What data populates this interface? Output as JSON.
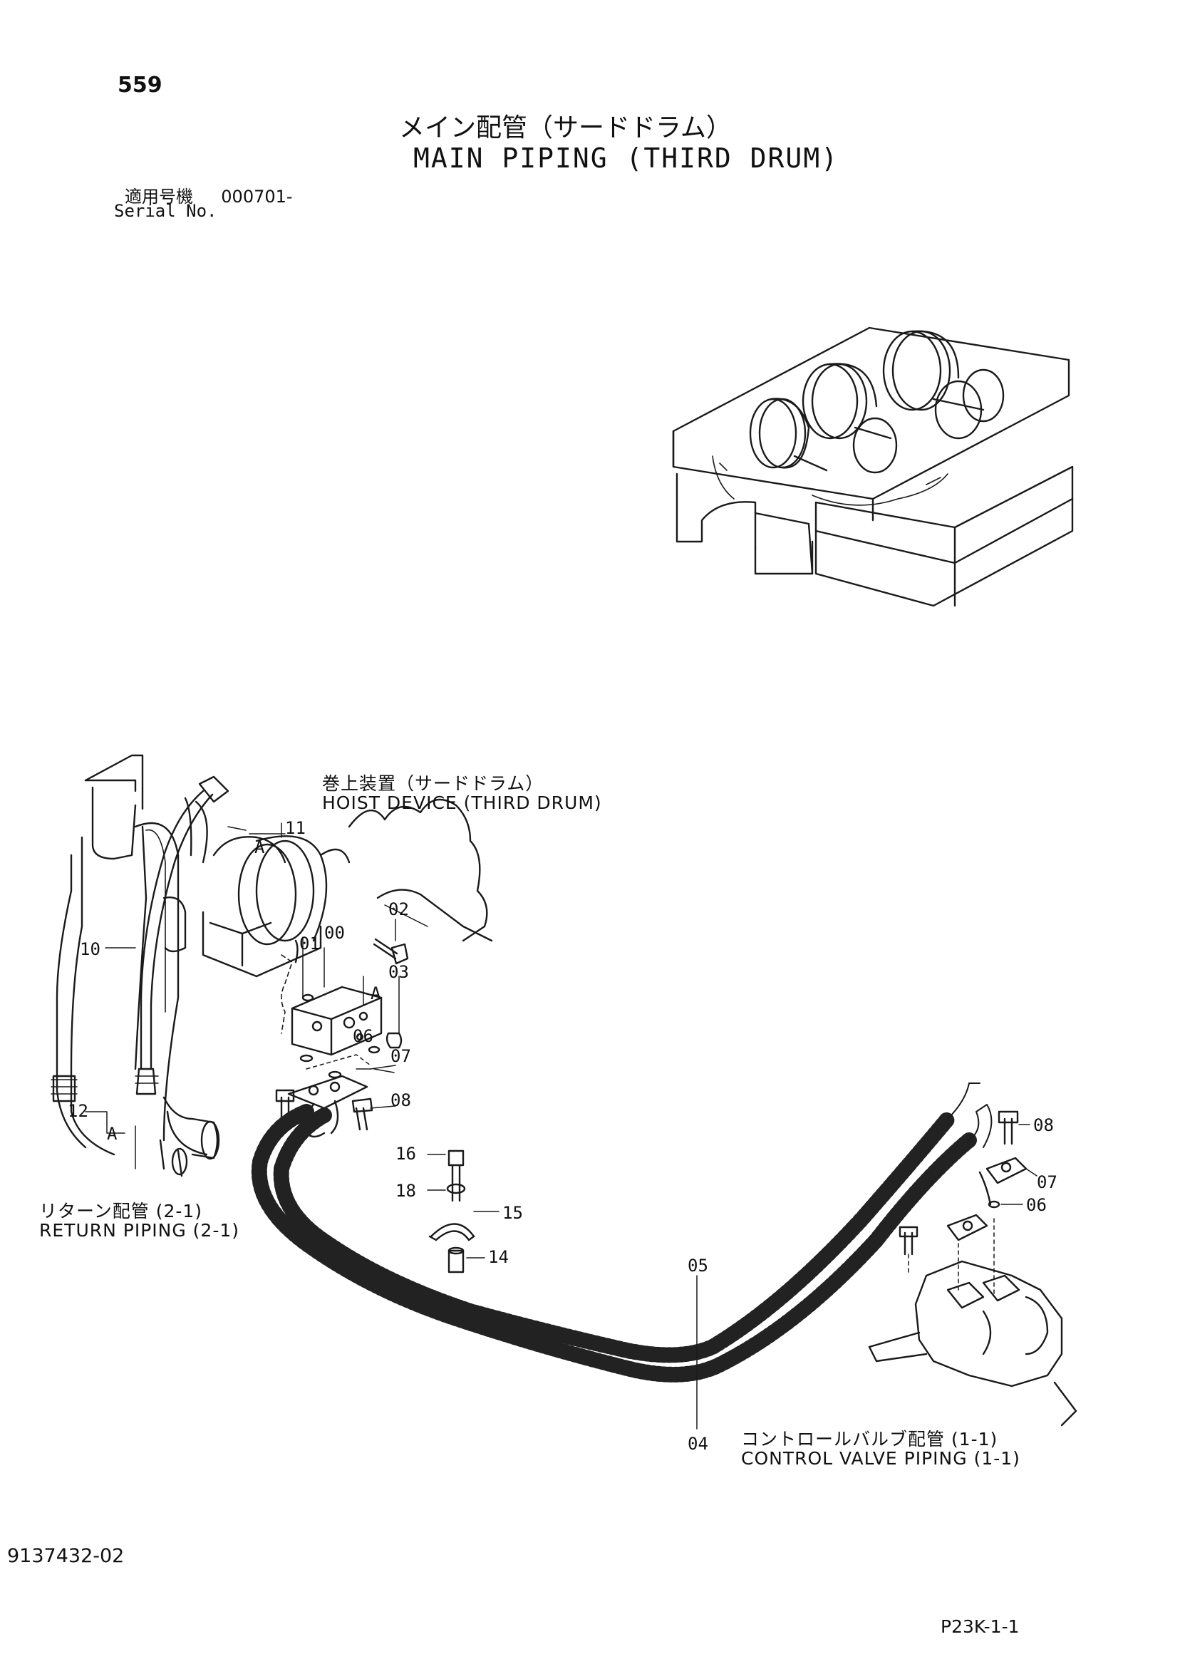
{
  "page": {
    "number": "559",
    "title_jp": "メイン配管（サードドラム）",
    "title_en": "MAIN PIPING (THIRD DRUM)",
    "serial_label_jp": "適用号機",
    "serial_label_en": "Serial No.",
    "serial_value": "000701-",
    "doc_number": "9137432-02",
    "page_code": "P23K-1-1"
  },
  "callouts": {
    "hoist_jp": "巻上装置（サードドラム）",
    "hoist_en": "HOIST DEVICE (THIRD DRUM)",
    "return_jp": "リターン配管 (2-1)",
    "return_en": "RETURN PIPING (2-1)",
    "control_jp": "コントロールバルブ配管 (1-1)",
    "control_en": "CONTROL VALVE PIPING (1-1)"
  },
  "part_labels": {
    "p00": "00",
    "p01": "01",
    "p02": "02",
    "p03": "03",
    "p04": "04",
    "p05": "05",
    "p06a": "06",
    "p06b": "06",
    "p07a": "07",
    "p07b": "07",
    "p08a": "08",
    "p08b": "08",
    "p10": "10",
    "p11": "11",
    "p12": "12",
    "p14": "14",
    "p15": "15",
    "p16": "16",
    "p18": "18",
    "ref_a1": "A",
    "ref_a2": "A",
    "ref_a3": "A"
  }
}
